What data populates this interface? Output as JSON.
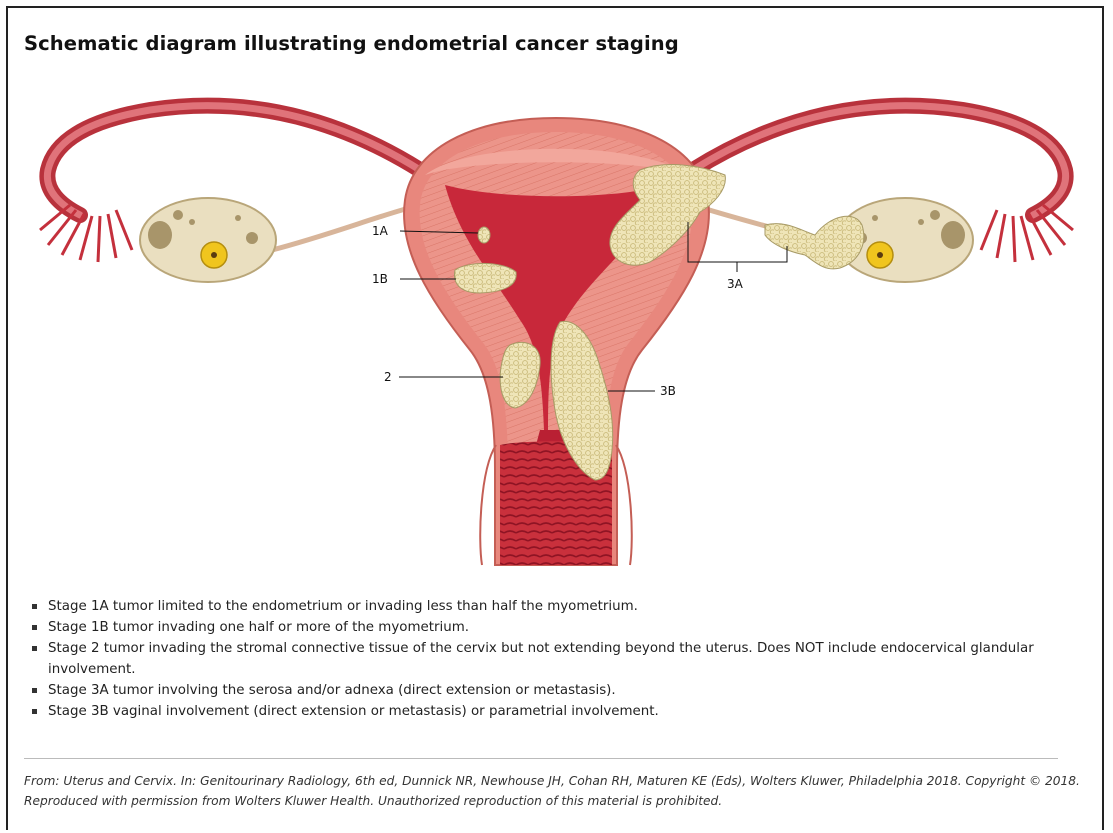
{
  "title": "Schematic diagram illustrating endometrial cancer staging",
  "labels": {
    "s1a": "1A",
    "s1b": "1B",
    "s2": "2",
    "s3a": "3A",
    "s3b": "3B"
  },
  "stages": [
    "Stage 1A tumor limited to the endometrium or invading less than half the myometrium.",
    "Stage 1B tumor invading one half or more of the myometrium.",
    "Stage 2 tumor invading the stromal connective tissue of the cervix but not extending beyond the uterus. Does NOT include endocervical glandular involvement.",
    "Stage 3A tumor involving the serosa and/or adnexa (direct extension or metastasis).",
    "Stage 3B vaginal involvement (direct extension or metastasis) or parametrial involvement."
  ],
  "source": "From: Uterus and Cervix. In: Genitourinary Radiology, 6th ed, Dunnick NR, Newhouse JH, Cohan RH, Maturen KE (Eds), Wolters Kluwer, Philadelphia 2018. Copyright © 2018. Reproduced with permission from Wolters Kluwer Health. Unauthorized reproduction of this material is prohibited.",
  "colors": {
    "tissue": "#e8877d",
    "tissue_light": "#f4b7aa",
    "cavity": "#c8283a",
    "tumor": "#ede2b0",
    "ovary_center": "#f0c51e"
  }
}
